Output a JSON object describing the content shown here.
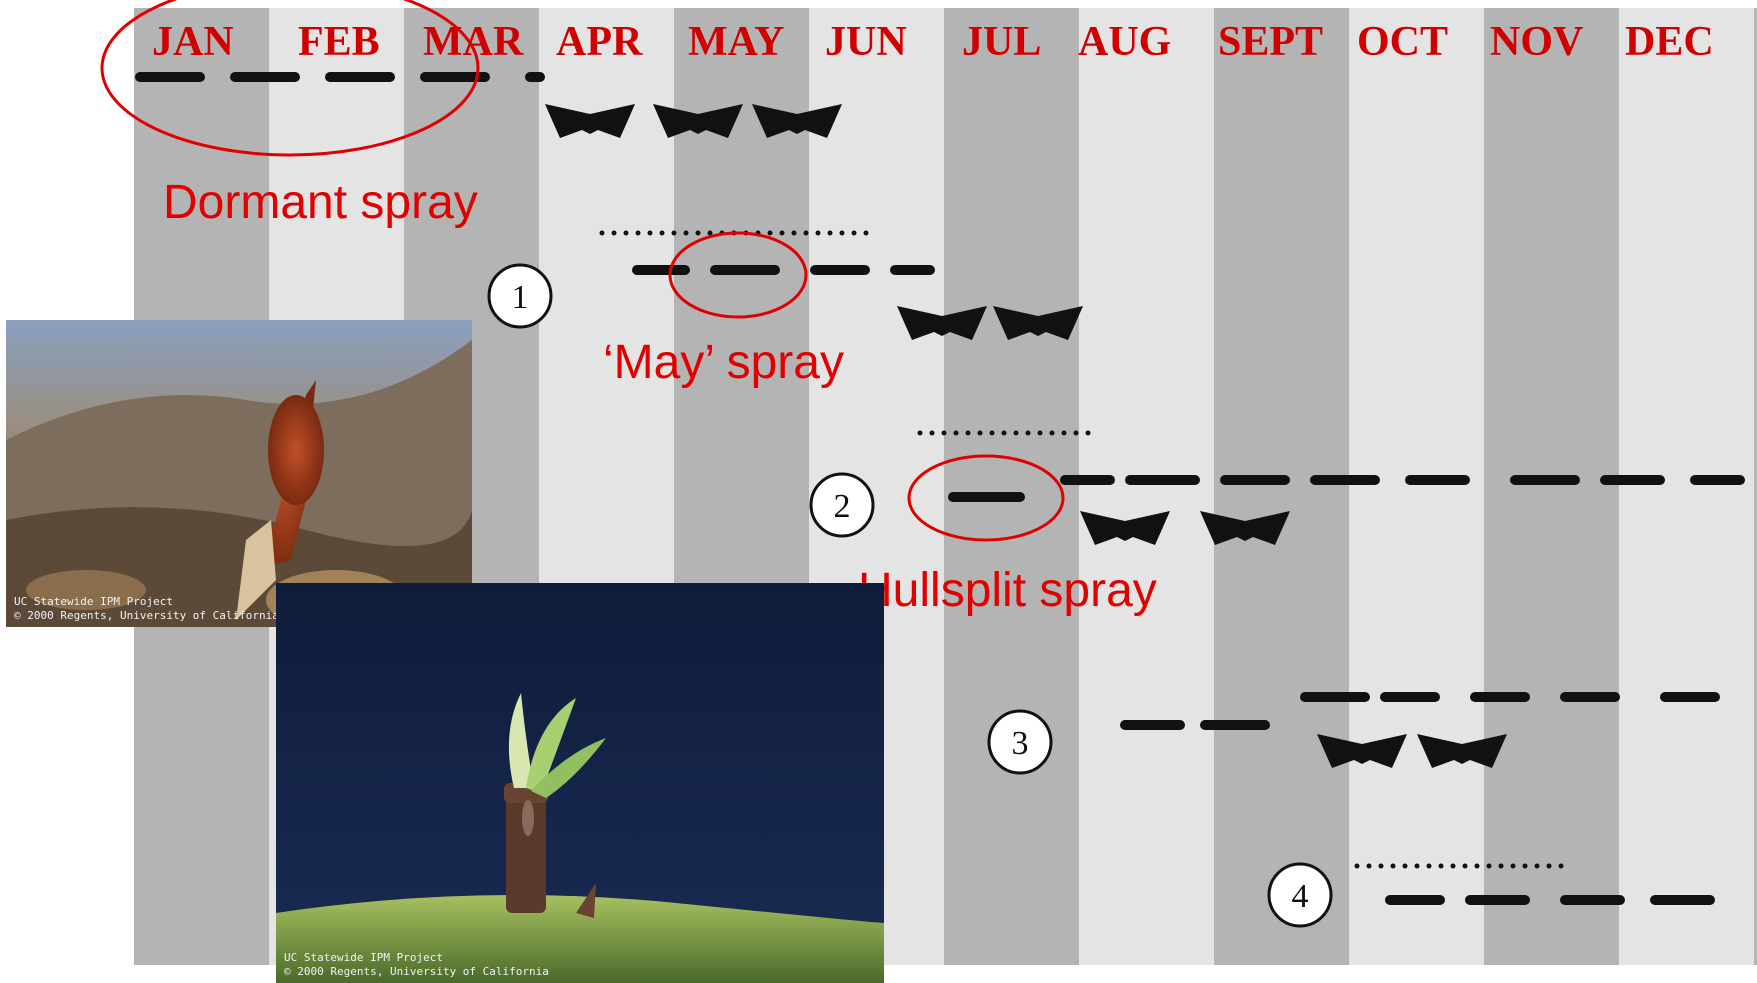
{
  "months": [
    "JAN",
    "FEB",
    "MAR",
    "APR",
    "MAY",
    "JUN",
    "JUL",
    "AUG",
    "SEPT",
    "OCT",
    "NOV",
    "DEC"
  ],
  "generations": [
    "1",
    "2",
    "3",
    "4"
  ],
  "annotations": {
    "dormant": "Dormant spray",
    "may": "‘May’ spray",
    "hullsplit": "Hullsplit spray"
  },
  "photos": {
    "larva_frass": {
      "credit_line1": "UC Statewide IPM Project",
      "credit_line2": "© 2000 Regents, University of California"
    },
    "shoot_strike": {
      "credit_line1": "UC Statewide IPM Project",
      "credit_line2": "© 2000 Regents, University of California"
    }
  },
  "colors": {
    "annotation_red": "#e00000",
    "band_dark": "#b4b4b4",
    "band_light": "#e4e4e4"
  },
  "icons": [
    "moth-icon",
    "circle-number"
  ]
}
